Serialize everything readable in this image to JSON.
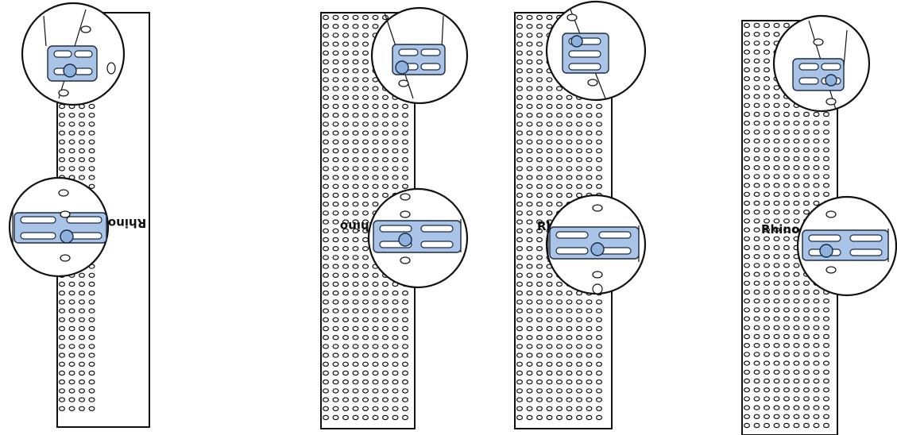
{
  "colors": {
    "bracket_fill": "#a9c4e6",
    "bracket_stroke": "#1b2a44",
    "line": "#111111",
    "background": "#ffffff"
  },
  "icons": [
    "perforated-panel",
    "magnified-callout",
    "mounting-bracket"
  ],
  "panels": [
    {
      "id": "panel-1",
      "logo_text": "Rhino",
      "logo_orientation": "rotated-180"
    },
    {
      "id": "panel-2",
      "logo_text": "Rhino",
      "logo_orientation": "rotated-180"
    },
    {
      "id": "panel-3",
      "logo_text": "Rhino",
      "logo_orientation": "upright"
    },
    {
      "id": "panel-4",
      "logo_text": "Rhino",
      "logo_orientation": "upright"
    }
  ]
}
